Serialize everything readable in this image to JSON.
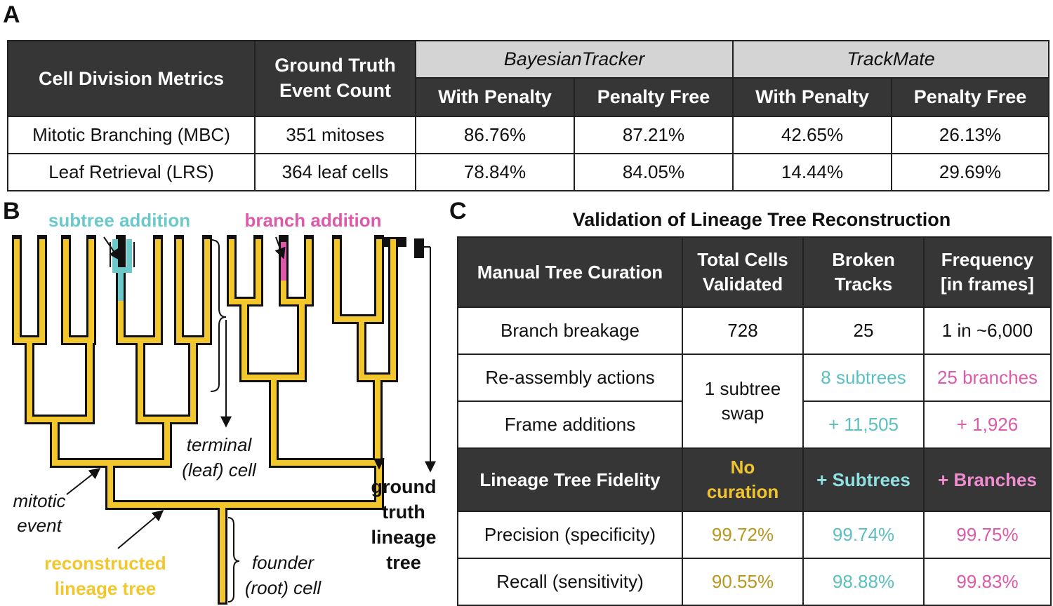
{
  "panels": {
    "a": "A",
    "b": "B",
    "c": "C"
  },
  "colors": {
    "tree_yellow": "#f2c72e",
    "teal": "#6cc9c9",
    "pink": "#dd5aa8",
    "gold": "#b99820",
    "header_dark": "#363636",
    "header_grey": "#d4d4d4"
  },
  "table_a": {
    "h_metrics": "Cell Division Metrics",
    "h_ground_1": "Ground Truth",
    "h_ground_2": "Event Count",
    "h_bt": "BayesianTracker",
    "h_tm": "TrackMate",
    "h_with": "With Penalty",
    "h_free": "Penalty Free",
    "rows": [
      {
        "metric": "Mitotic Branching (MBC)",
        "count": "351 mitoses",
        "bt_with": "86.76%",
        "bt_free": "87.21%",
        "tm_with": "42.65%",
        "tm_free": "26.13%"
      },
      {
        "metric": "Leaf Retrieval (LRS)",
        "count": "364 leaf cells",
        "bt_with": "78.84%",
        "bt_free": "84.05%",
        "tm_with": "14.44%",
        "tm_free": "29.69%"
      }
    ]
  },
  "panel_b": {
    "subtree_addition": "subtree addition",
    "branch_addition": "branch addition",
    "terminal_1": "terminal",
    "terminal_2": "(leaf) cell",
    "mitotic_1": "mitotic",
    "mitotic_2": "event",
    "reconstructed_1": "reconstructed",
    "reconstructed_2": "lineage tree",
    "founder_1": "founder",
    "founder_2": "(root) cell",
    "ground_1": "ground",
    "ground_2": "truth",
    "ground_3": "lineage",
    "ground_4": "tree"
  },
  "table_c": {
    "title": "Validation of Lineage Tree Reconstruction",
    "h_curation": "Manual Tree Curation",
    "h_total_1": "Total Cells",
    "h_total_2": "Validated",
    "h_broken_1": "Broken",
    "h_broken_2": "Tracks",
    "h_freq_1": "Frequency",
    "h_freq_2": "[in frames]",
    "row_breakage": {
      "label": "Branch breakage",
      "total": "728",
      "broken": "25",
      "freq": "1 in ~6,000"
    },
    "row_reassembly": {
      "label": "Re-assembly actions",
      "broken": "8 subtrees",
      "freq": "25 branches"
    },
    "row_frames": {
      "label": "Frame additions",
      "broken": "+ 11,505",
      "freq": "+ 1,926"
    },
    "merged_1": "1 subtree",
    "merged_2": "swap",
    "h_fidelity": "Lineage Tree Fidelity",
    "h_nocur_1": "No",
    "h_nocur_2": "curation",
    "h_subtrees": "+ Subtrees",
    "h_branches": "+ Branches",
    "row_precision": {
      "label": "Precision (specificity)",
      "nocur": "99.72%",
      "subtrees": "99.74%",
      "branches": "99.75%"
    },
    "row_recall": {
      "label": "Recall (sensitivity)",
      "nocur": "90.55%",
      "subtrees": "98.88%",
      "branches": "99.83%"
    }
  }
}
